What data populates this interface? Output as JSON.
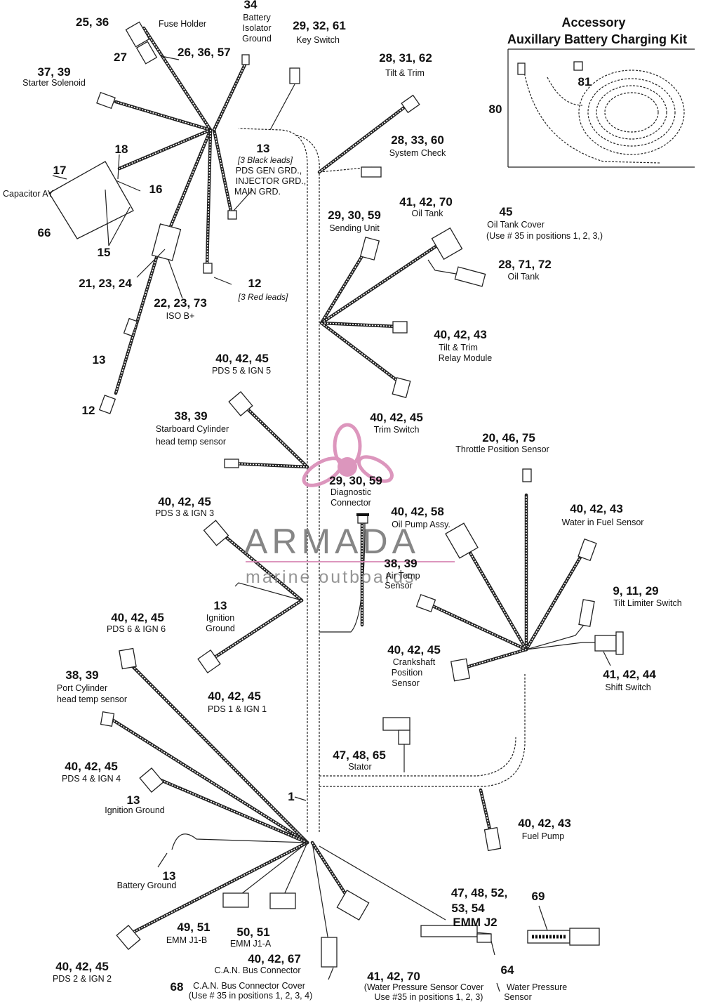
{
  "kit_title": {
    "line1": "Accessory",
    "line2": "Auxillary Battery Charging Kit"
  },
  "watermark": {
    "brand": "ARMADA",
    "tagline": "marine outboards",
    "logo_icon": "propeller-logo-icon",
    "color": "#d98bb6"
  },
  "callouts": {
    "fuse_holder": {
      "num": "25, 36",
      "label": "Fuse Holder"
    },
    "c27": {
      "num": "27"
    },
    "c26_36_57": {
      "num": "26, 36, 57"
    },
    "isolator": {
      "num": "34",
      "l1": "Battery",
      "l2": "Isolator",
      "l3": "Ground"
    },
    "key_switch": {
      "num": "29, 32, 61",
      "label": "Key Switch"
    },
    "tilt_trim": {
      "num": "28, 31, 62",
      "label": "Tilt & Trim"
    },
    "starter": {
      "num": "37, 39",
      "label": "Starter Solenoid"
    },
    "black_leads": {
      "num": "13",
      "l1": "[3 Black leads]",
      "l2": "PDS GEN GRD.,",
      "l3": "INJECTOR GRD.,",
      "l4": "MAIN GRD."
    },
    "system_check": {
      "num": "28, 33, 60",
      "label": "System Check"
    },
    "c18": {
      "num": "18"
    },
    "c17": {
      "num": "17"
    },
    "c16": {
      "num": "16"
    },
    "capacitor": {
      "label": "Capacitor AY"
    },
    "c66": {
      "num": "66"
    },
    "c15": {
      "num": "15"
    },
    "oil_tank_a": {
      "num": "41, 42, 70",
      "label": "Oil Tank"
    },
    "oil_tank_cover": {
      "num": "45",
      "l1": "Oil Tank Cover",
      "l2": "(Use # 35 in positions 1, 2, 3,)"
    },
    "sending_unit": {
      "num": "29, 30, 59",
      "label": "Sending Unit"
    },
    "oil_tank_b": {
      "num": "28, 71, 72",
      "label": "Oil Tank"
    },
    "c21_23_24": {
      "num": "21, 23, 24"
    },
    "red_leads": {
      "num": "12",
      "label": "[3 Red leads]"
    },
    "iso_b": {
      "num": "22, 23, 73",
      "label": "ISO B+"
    },
    "relay_module": {
      "num": "40, 42, 43",
      "l1": "Tilt & Trim",
      "l2": "Relay Module"
    },
    "c13_left": {
      "num": "13"
    },
    "pds5": {
      "num": "40, 42, 45",
      "label": "PDS 5 & IGN 5"
    },
    "c12_left": {
      "num": "12"
    },
    "trim_switch": {
      "num": "40, 42, 45",
      "label": "Trim Switch"
    },
    "stbd_head": {
      "num": "38, 39",
      "l1": "Starboard Cylinder",
      "l2": "head temp sensor"
    },
    "throttle": {
      "num": "20, 46, 75",
      "label": "Throttle Position Sensor"
    },
    "diagnostic": {
      "num": "29, 30, 59",
      "l1": "Diagnostic",
      "l2": "Connector"
    },
    "pds3": {
      "num": "40, 42, 45",
      "label": "PDS 3 & IGN 3"
    },
    "oil_pump": {
      "num": "40, 42, 58",
      "label": "Oil Pump Assy."
    },
    "water_fuel": {
      "num": "40, 42, 43",
      "label": "Water in Fuel Sensor"
    },
    "air_temp": {
      "num": "38, 39",
      "l1": "Air Temp",
      "l2": "Sensor"
    },
    "ign_ground_a": {
      "num": "13",
      "l1": "Ignition",
      "l2": "Ground"
    },
    "tilt_limiter": {
      "num": "9, 11, 29",
      "label": "Tilt Limiter Switch"
    },
    "pds6": {
      "num": "40, 42, 45",
      "label": "PDS 6 & IGN 6"
    },
    "crank": {
      "num": "40, 42, 45",
      "l1": "Crankshaft",
      "l2": "Position",
      "l3": "Sensor"
    },
    "shift_switch": {
      "num": "41, 42, 44",
      "label": "Shift Switch"
    },
    "port_head": {
      "num": "38, 39",
      "l1": "Port Cylinder",
      "l2": "head temp sensor"
    },
    "pds1": {
      "num": "40, 42, 45",
      "label": "PDS 1 & IGN 1"
    },
    "stator": {
      "num": "47, 48, 65",
      "label": "Stator"
    },
    "pds4": {
      "num": "40, 42, 45",
      "label": "PDS 4 & IGN 4"
    },
    "harness": {
      "num": "1"
    },
    "ign_ground_b": {
      "num": "13",
      "label": "Ignition Ground"
    },
    "fuel_pump": {
      "num": "40, 42, 43",
      "label": "Fuel Pump"
    },
    "battery_ground": {
      "num": "13",
      "label": "Battery Ground"
    },
    "emm_j2": {
      "n1": "47, 48, 52,",
      "n2": "53, 54",
      "n3": "EMM J2"
    },
    "c69": {
      "num": "69"
    },
    "emm_j1b": {
      "num": "49, 51",
      "label": "EMM J1-B"
    },
    "emm_j1a": {
      "num": "50, 51",
      "label": "EMM J1-A"
    },
    "can_bus": {
      "num": "40, 42, 67",
      "label": "C.A.N. Bus Connector"
    },
    "pds2": {
      "num": "40, 42, 45",
      "label": "PDS 2 & IGN 2"
    },
    "c64": {
      "num": "64"
    },
    "can_cover": {
      "num": "68",
      "l1": "C.A.N. Bus Connector Cover",
      "l2": "(Use # 35 in positions 1, 2, 3, 4)"
    },
    "water_pressure": {
      "num": "41, 42, 70",
      "l1": "(Water Pressure Sensor Cover",
      "l2": "Use #35 in positions 1, 2, 3)",
      "l3": "Water Pressure",
      "l4": "Sensor"
    },
    "c80": {
      "num": "80"
    },
    "c81": {
      "num": "81"
    }
  }
}
